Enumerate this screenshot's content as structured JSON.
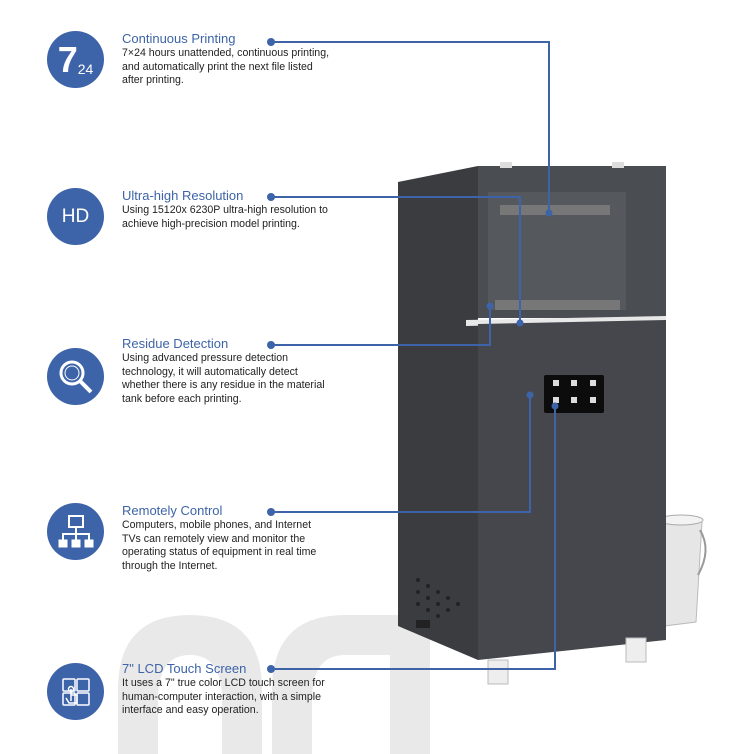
{
  "watermark": "ag",
  "accent_color": "#3d64a8",
  "features": [
    {
      "icon": "7x24-icon",
      "icon_main": "7",
      "icon_sub": "24",
      "title": "Continuous Printing",
      "description": "7×24 hours unattended, continuous printing, and automatically print the next file listed after printing."
    },
    {
      "icon": "hd-icon",
      "icon_main": "HD",
      "title": "Ultra-high Resolution",
      "description": "Using 15120x 6230P ultra-high resolution to achieve high-precision model printing."
    },
    {
      "icon": "magnifier-icon",
      "title": "Residue Detection",
      "description": "Using advanced pressure detection technology, it will automatically detect whether there is any residue in the material tank before each printing."
    },
    {
      "icon": "network-icon",
      "title": "Remotely Control",
      "description": "Computers, mobile phones, and Internet TVs can remotely view and monitor the operating status of equipment in real time through the Internet."
    },
    {
      "icon": "touch-screen-icon",
      "title": "7\" LCD Touch Screen",
      "description": "It uses a 7\" true color LCD touch screen for human-computer interaction, with a simple interface and easy operation."
    }
  ]
}
